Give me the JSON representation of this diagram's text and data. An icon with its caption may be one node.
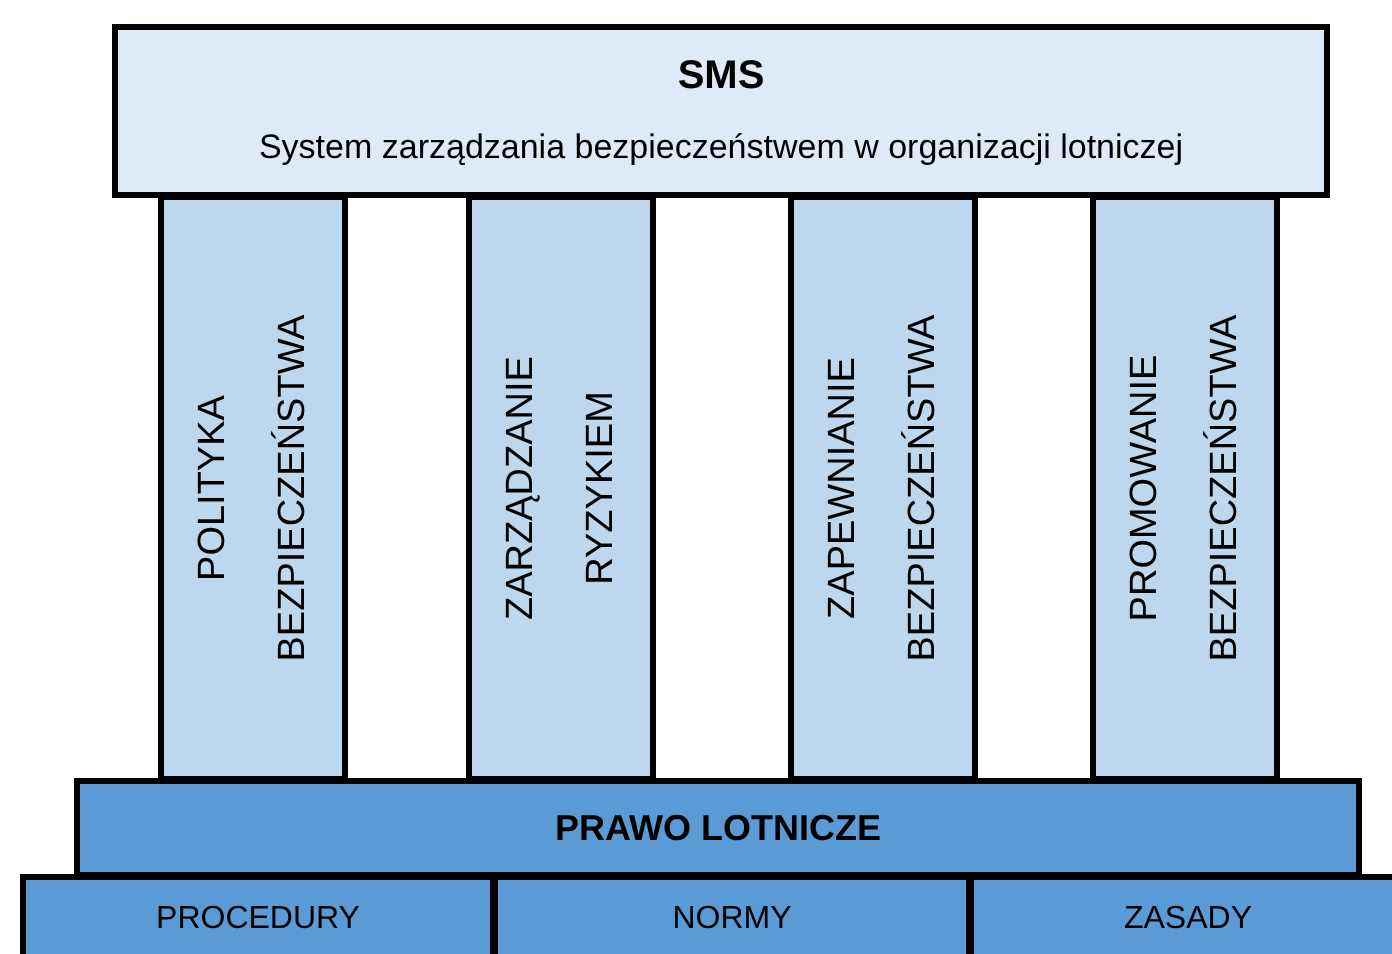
{
  "diagram": {
    "nodes": [
      {
        "text": [
          "SMS",
          "System zarządzania bezpieczeństwem w organizacji lotniczej"
        ]
      },
      {
        "text": [
          "POLITYKA BEZPIECZEŃSTWA"
        ]
      },
      {
        "text": [
          "ZARZĄDZANIE RYZYKIEM"
        ]
      },
      {
        "text": [
          "ZAPEWNIANIE BEZPIECZEŃSTWA"
        ]
      },
      {
        "text": [
          "PROMOWANIE BEZPIECZEŃSTWA"
        ]
      },
      {
        "text": [
          "PRAWO LOTNICZE"
        ]
      },
      {
        "text": [
          "PROCEDURY"
        ]
      },
      {
        "text": [
          "NORMY"
        ]
      },
      {
        "text": [
          "ZASADY"
        ]
      }
    ]
  }
}
